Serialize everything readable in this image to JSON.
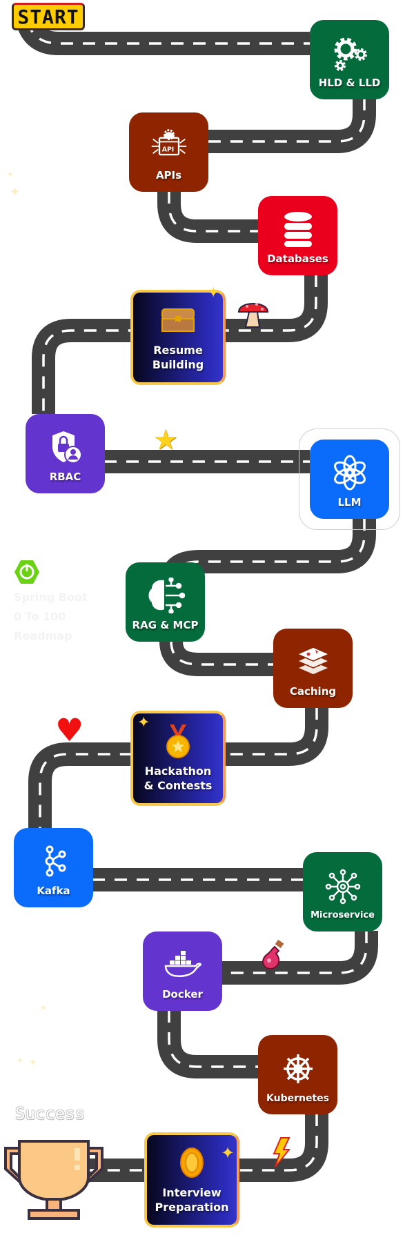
{
  "start_label": "START",
  "milestones": [
    {
      "label": "HLD & LLD",
      "icon": "gears-icon",
      "color": "#046b3c"
    },
    {
      "label": "APIs",
      "icon": "api-icon",
      "color": "#8e2400"
    },
    {
      "label": "Databases",
      "icon": "database-icon",
      "color": "#ea001c"
    },
    {
      "label": "Resume\nBuilding",
      "icon": "treasure-chest-icon",
      "color": "gradient"
    },
    {
      "label": "RBAC",
      "icon": "lock-user-icon",
      "color": "#6434cf"
    },
    {
      "label": "LLM",
      "icon": "openai-icon",
      "color": "#0b6cfb"
    },
    {
      "label": "RAG & MCP",
      "icon": "brain-icon",
      "color": "#046b3c"
    },
    {
      "label": "Caching",
      "icon": "layers-icon",
      "color": "#8e2400"
    },
    {
      "label": "Hackathon\n& Contests",
      "icon": "medal-icon",
      "color": "gradient"
    },
    {
      "label": "Kafka",
      "icon": "kafka-icon",
      "color": "#0b6cfb"
    },
    {
      "label": "Microservice",
      "icon": "microservice-icon",
      "color": "#046b3c"
    },
    {
      "label": "Docker",
      "icon": "docker-whale-icon",
      "color": "#6434cf"
    },
    {
      "label": "Kubernetes",
      "icon": "helm-icon",
      "color": "#8e2400"
    },
    {
      "label": "Interview\nPreparation",
      "icon": "coin-icon",
      "color": "gradient"
    }
  ],
  "side_title": {
    "line1": "Spring Boot",
    "line2": "0 To 100",
    "line3": "Roadmap"
  },
  "success_label": "Success",
  "road_color": "#404040"
}
